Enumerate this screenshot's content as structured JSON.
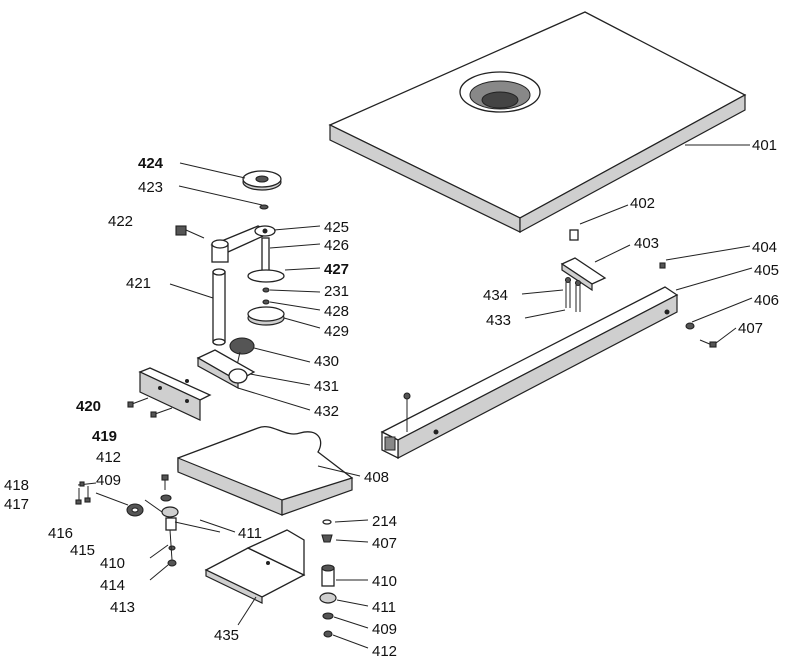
{
  "callouts": {
    "p401": "401",
    "p402": "402",
    "p403": "403",
    "p404": "404",
    "p405": "405",
    "p406": "406",
    "p407a": "407",
    "p434": "434",
    "p433": "433",
    "p424": "424",
    "p423": "423",
    "p422": "422",
    "p425": "425",
    "p426": "426",
    "p427": "427",
    "p421": "421",
    "p231": "231",
    "p428": "428",
    "p429": "429",
    "p430": "430",
    "p431": "431",
    "p432": "432",
    "p420": "420",
    "p419": "419",
    "p412a": "412",
    "p409a": "409",
    "p418": "418",
    "p417": "417",
    "p416": "416",
    "p415": "415",
    "p411a": "411",
    "p410a": "410",
    "p414": "414",
    "p413": "413",
    "p408": "408",
    "p214": "214",
    "p407b": "407",
    "p410b": "410",
    "p411b": "411",
    "p409b": "409",
    "p412b": "412",
    "p435": "435"
  }
}
